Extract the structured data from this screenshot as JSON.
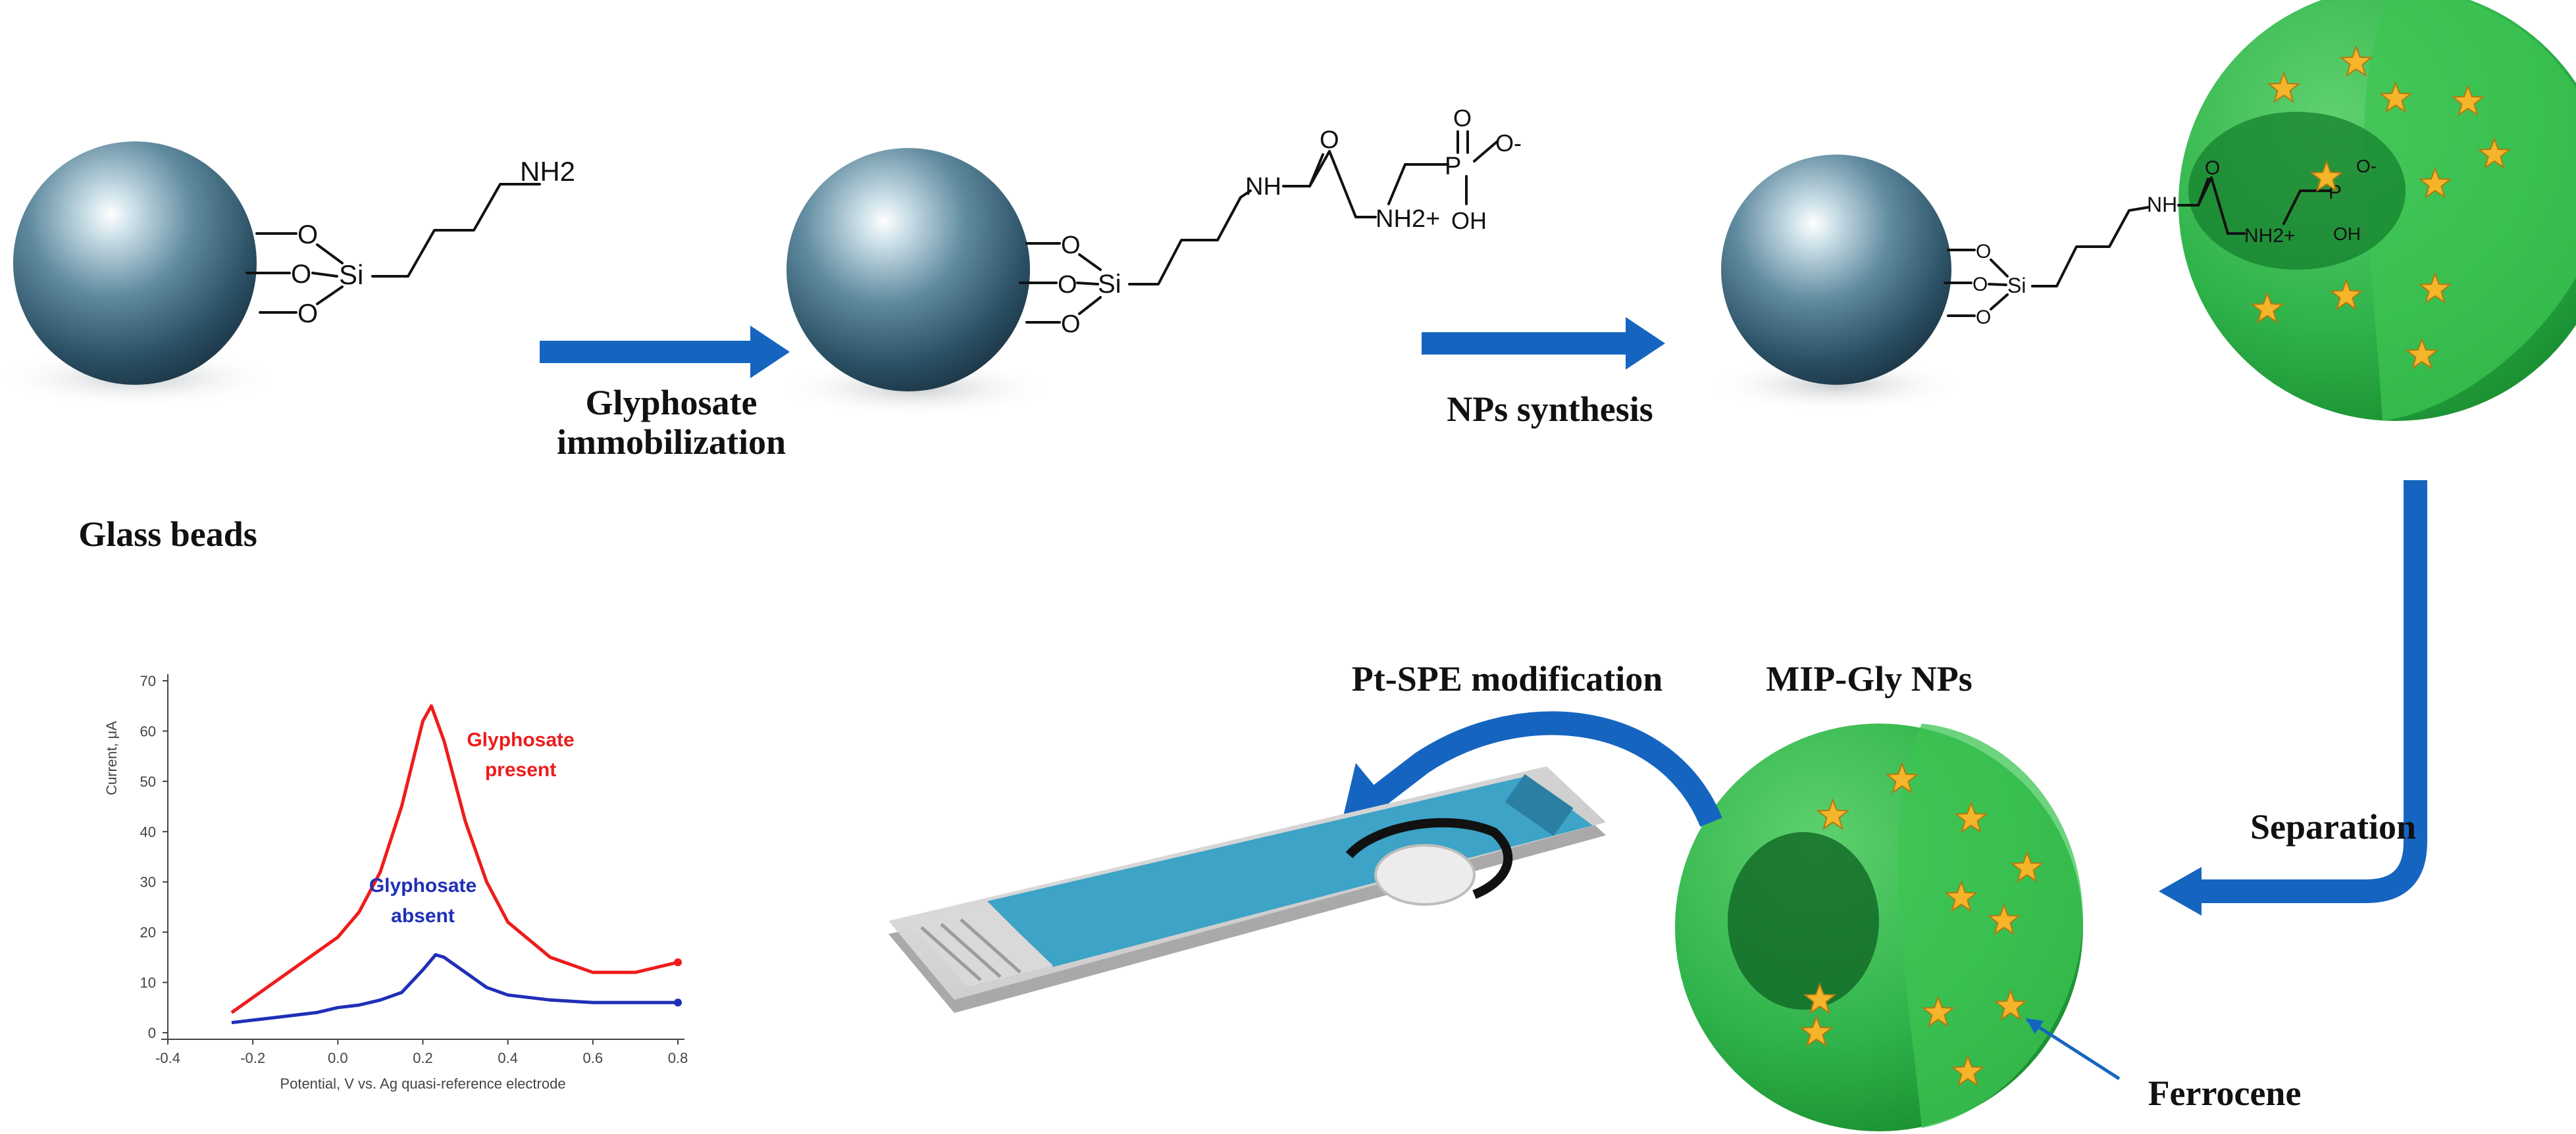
{
  "labels": {
    "glass_beads": "Glass beads",
    "step1_line1": "Glyphosate",
    "step1_line2": "immobilization",
    "step2": "NPs synthesis",
    "separation": "Separation",
    "mip": "MIP-Gly NPs",
    "pt_spe": "Pt-SPE modification",
    "ferrocene": "Ferrocene"
  },
  "chem": {
    "nh2": "NH2",
    "o": "O",
    "si": "Si",
    "nh": "NH",
    "nh2_plus": "NH2+",
    "p": "P",
    "o_minus": "O-",
    "oh": "OH"
  },
  "colors": {
    "arrow_blue": "#1565c0",
    "np_green": "#2fb34a",
    "np_dark": "#16802d",
    "star": "#f4b52a",
    "red_trace": "#ee1c1c",
    "blue_trace": "#1f2fb8",
    "electrode_blue": "#3da3c7"
  },
  "chart_data": {
    "type": "line",
    "xlabel": "Potential, V vs. Ag quasi-reference electrode",
    "ylabel": "Current, μA",
    "xlim": [
      -0.4,
      0.8
    ],
    "ylim": [
      0,
      70
    ],
    "xticks": [
      "-0.4",
      "-0.2",
      "0.0",
      "0.2",
      "0.4",
      "0.6",
      "0.8"
    ],
    "yticks": [
      "0",
      "10",
      "20",
      "30",
      "40",
      "50",
      "60",
      "70"
    ],
    "series": [
      {
        "name": "Glyphosate present",
        "color": "#ee1c1c",
        "x": [
          -0.25,
          -0.15,
          -0.05,
          0.0,
          0.05,
          0.1,
          0.15,
          0.2,
          0.22,
          0.25,
          0.3,
          0.35,
          0.4,
          0.5,
          0.6,
          0.7,
          0.8
        ],
        "y": [
          4,
          10,
          16,
          19,
          24,
          32,
          45,
          62,
          65,
          58,
          42,
          30,
          22,
          15,
          12,
          12,
          14
        ]
      },
      {
        "name": "Glyphosate absent",
        "color": "#1f2fb8",
        "x": [
          -0.25,
          -0.15,
          -0.05,
          0.0,
          0.05,
          0.1,
          0.15,
          0.2,
          0.23,
          0.25,
          0.3,
          0.35,
          0.4,
          0.5,
          0.6,
          0.7,
          0.8
        ],
        "y": [
          2,
          3,
          4,
          5,
          5.5,
          6.5,
          8,
          12.5,
          15.5,
          15,
          12,
          9,
          7.5,
          6.5,
          6,
          6,
          6
        ]
      }
    ],
    "annotations": {
      "present_line1": "Glyphosate",
      "present_line2": "present",
      "absent_line1": "Glyphosate",
      "absent_line2": "absent"
    }
  }
}
